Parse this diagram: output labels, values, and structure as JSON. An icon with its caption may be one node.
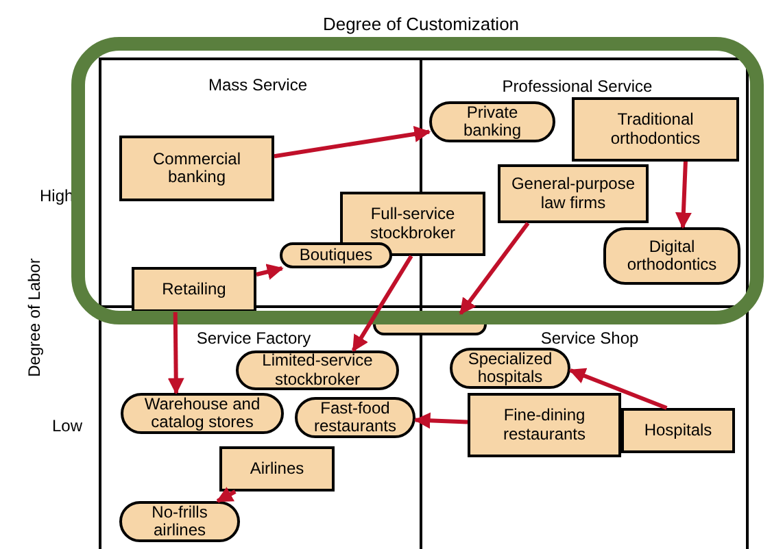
{
  "diagram": {
    "title": "Degree of Customization",
    "nodes": [
      {
        "text": [
          "Commercial banking"
        ]
      },
      {
        "text": [
          "Private banking"
        ]
      },
      {
        "text": [
          "Traditional orthodontics"
        ]
      },
      {
        "text": [
          "General-purpose law firms"
        ]
      },
      {
        "text": [
          "Digital orthodontics"
        ]
      },
      {
        "text": [
          "Full-service stockbroker"
        ]
      },
      {
        "text": [
          "Boutiques"
        ]
      },
      {
        "text": [
          "Retailing"
        ]
      },
      {
        "text": [],
        "shape": "box"
      },
      {
        "text": [
          "Limited-service stockbroker"
        ]
      },
      {
        "text": [
          "Warehouse and catalog stores"
        ]
      },
      {
        "text": [
          "Fast-food restaurants"
        ]
      },
      {
        "text": [
          "Specialized hospitals"
        ]
      },
      {
        "text": [
          "Fine-dining restaurants"
        ]
      },
      {
        "text": [
          "Hospitals"
        ]
      },
      {
        "text": [
          "Airlines"
        ]
      },
      {
        "text": [
          "No-frills airlines"
        ]
      }
    ],
    "edges": [
      {
        "from": 0,
        "to": 1,
        "arrow": "to"
      },
      {
        "from": 2,
        "to": 4,
        "arrow": "to"
      },
      {
        "from": 3,
        "to": 8,
        "arrow": "to"
      },
      {
        "from": 5,
        "to": 9,
        "arrow": "to"
      },
      {
        "from": 7,
        "to": 6,
        "arrow": "to"
      },
      {
        "from": 7,
        "to": 10,
        "arrow": "to"
      },
      {
        "from": 13,
        "to": 11,
        "arrow": "to"
      },
      {
        "from": 14,
        "to": 12,
        "arrow": "to"
      },
      {
        "from": 15,
        "to": 16,
        "arrow": "to"
      }
    ],
    "labels": [
      "Degree of Labor",
      "High",
      "Low",
      "Mass Service",
      "Professional Service",
      "Service Factory",
      "Service Shop"
    ]
  }
}
